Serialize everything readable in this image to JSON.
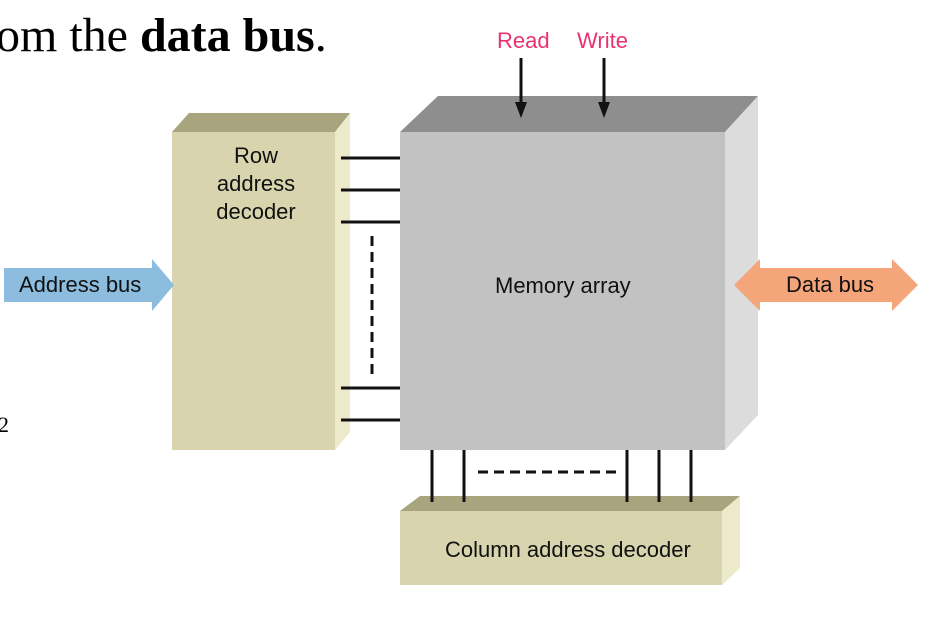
{
  "heading": {
    "prefix": "om the ",
    "bold": "data bus",
    "suffix": "."
  },
  "side_number": "2",
  "control": {
    "read": "Read",
    "write": "Write"
  },
  "blocks": {
    "row_decoder": [
      "Row",
      "address",
      "decoder"
    ],
    "memory_array": "Memory array",
    "column_decoder": "Column address decoder"
  },
  "buses": {
    "address": "Address bus",
    "data": "Data bus"
  },
  "colors": {
    "label_accent": "#e8336f",
    "decoder_face": "#d8d4ad",
    "decoder_top": "#a8a47e",
    "decoder_side": "#eceacb",
    "array_face": "#c2c2c2",
    "array_top": "#8e8e8e",
    "array_side": "#dcdcdc",
    "address_bus": "#8cbddf",
    "data_bus": "#f5a57a"
  }
}
